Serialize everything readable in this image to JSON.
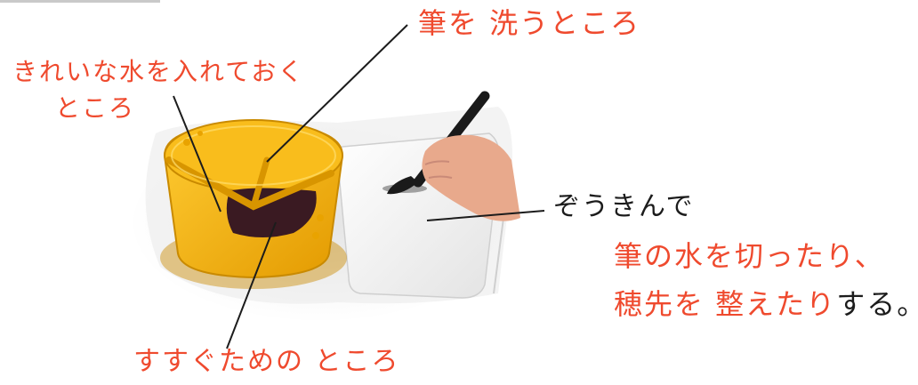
{
  "labels": {
    "clean_water": "きれいな水を入れておく",
    "clean_water_2": "ところ",
    "wash_brush": "筆を 洗うところ",
    "rinse": "すすぐための ところ",
    "cloth": "ぞうきんで",
    "line1_red": "筆の水を切ったり、",
    "line2_red": "穂先を 整えたり",
    "line2_black": "する。"
  },
  "colors": {
    "label_red": "#ef4a2e",
    "text_black": "#1c1c1c",
    "bucket_yellow": "#f4b400",
    "water_dark": "#3a1a22",
    "cloth_white": "#f7f7f7",
    "brush_black": "#1a1a1a",
    "hand_skin": "#e8a98c"
  }
}
